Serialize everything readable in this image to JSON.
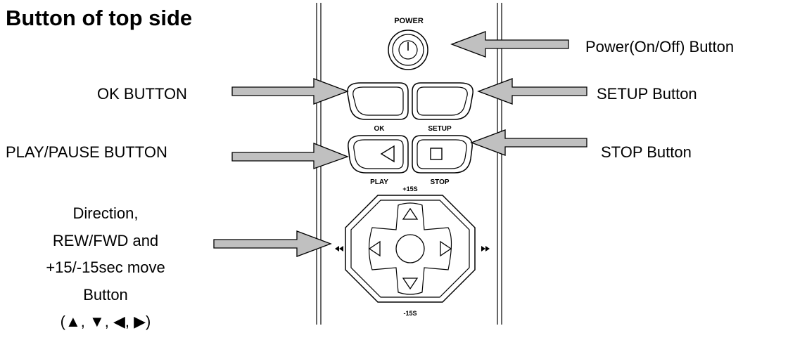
{
  "title": "Button of top side",
  "labels": {
    "power": "Power(On/Off) Button",
    "ok": "OK BUTTON",
    "setup": "SETUP Button",
    "play_pause": "PLAY/PAUSE BUTTON",
    "stop": "STOP Button",
    "direction_lines": [
      "Direction,",
      "REW/FWD and",
      "+15/-15sec move",
      "Button",
      "(▲, ▼, ◀, ▶)"
    ]
  },
  "device_text": {
    "power": "POWER",
    "ok": "OK",
    "setup": "SETUP",
    "play": "PLAY",
    "stop": "STOP",
    "plus15": "+15S",
    "minus15": "-15S"
  },
  "colors": {
    "arrow_fill": "#c0c0c0",
    "line": "#000000",
    "background": "#ffffff"
  }
}
